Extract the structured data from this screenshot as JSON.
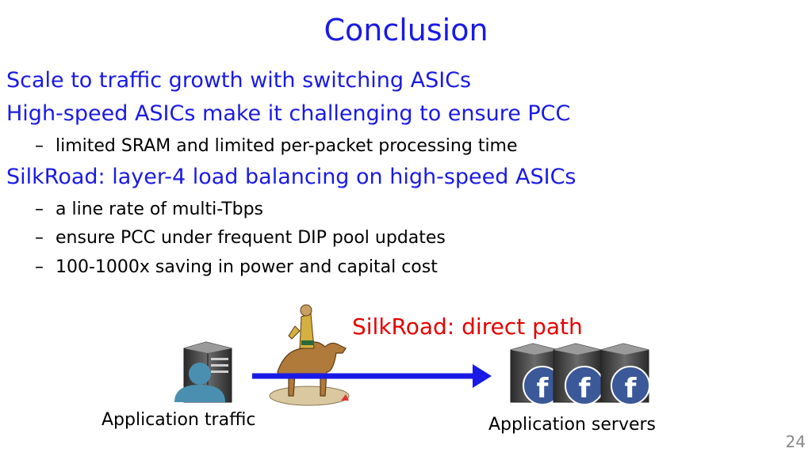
{
  "slide": {
    "title": "Conclusion",
    "bullets": [
      "Scale to traffic growth with switching ASICs",
      "High-speed ASICs make it challenging to ensure PCC",
      "SilkRoad: layer-4 load balancing on high-speed ASICs"
    ],
    "sub_bullets_1": [
      "limited SRAM and limited per-packet processing time"
    ],
    "sub_bullets_2": [
      "a line rate of multi-Tbps",
      "ensure PCC under frequent DIP pool updates",
      "100-1000x saving in power and capital cost"
    ],
    "dash": "–",
    "page_number": "24"
  },
  "figure": {
    "path_label": "SilkRoad: direct path",
    "traffic_caption": "Application traffic",
    "servers_caption": "Application servers",
    "server_badge_letter": "f",
    "colors": {
      "title_blue": "#1a1ae6",
      "path_red": "#e60000",
      "arrow_blue": "#1a1ae6",
      "facebook_blue": "#3b5998",
      "user_teal": "#4a8fb0"
    },
    "icons": [
      "server-icon",
      "user-icon",
      "camel-rider-icon",
      "arrow-icon",
      "facebook-server-icon"
    ]
  }
}
